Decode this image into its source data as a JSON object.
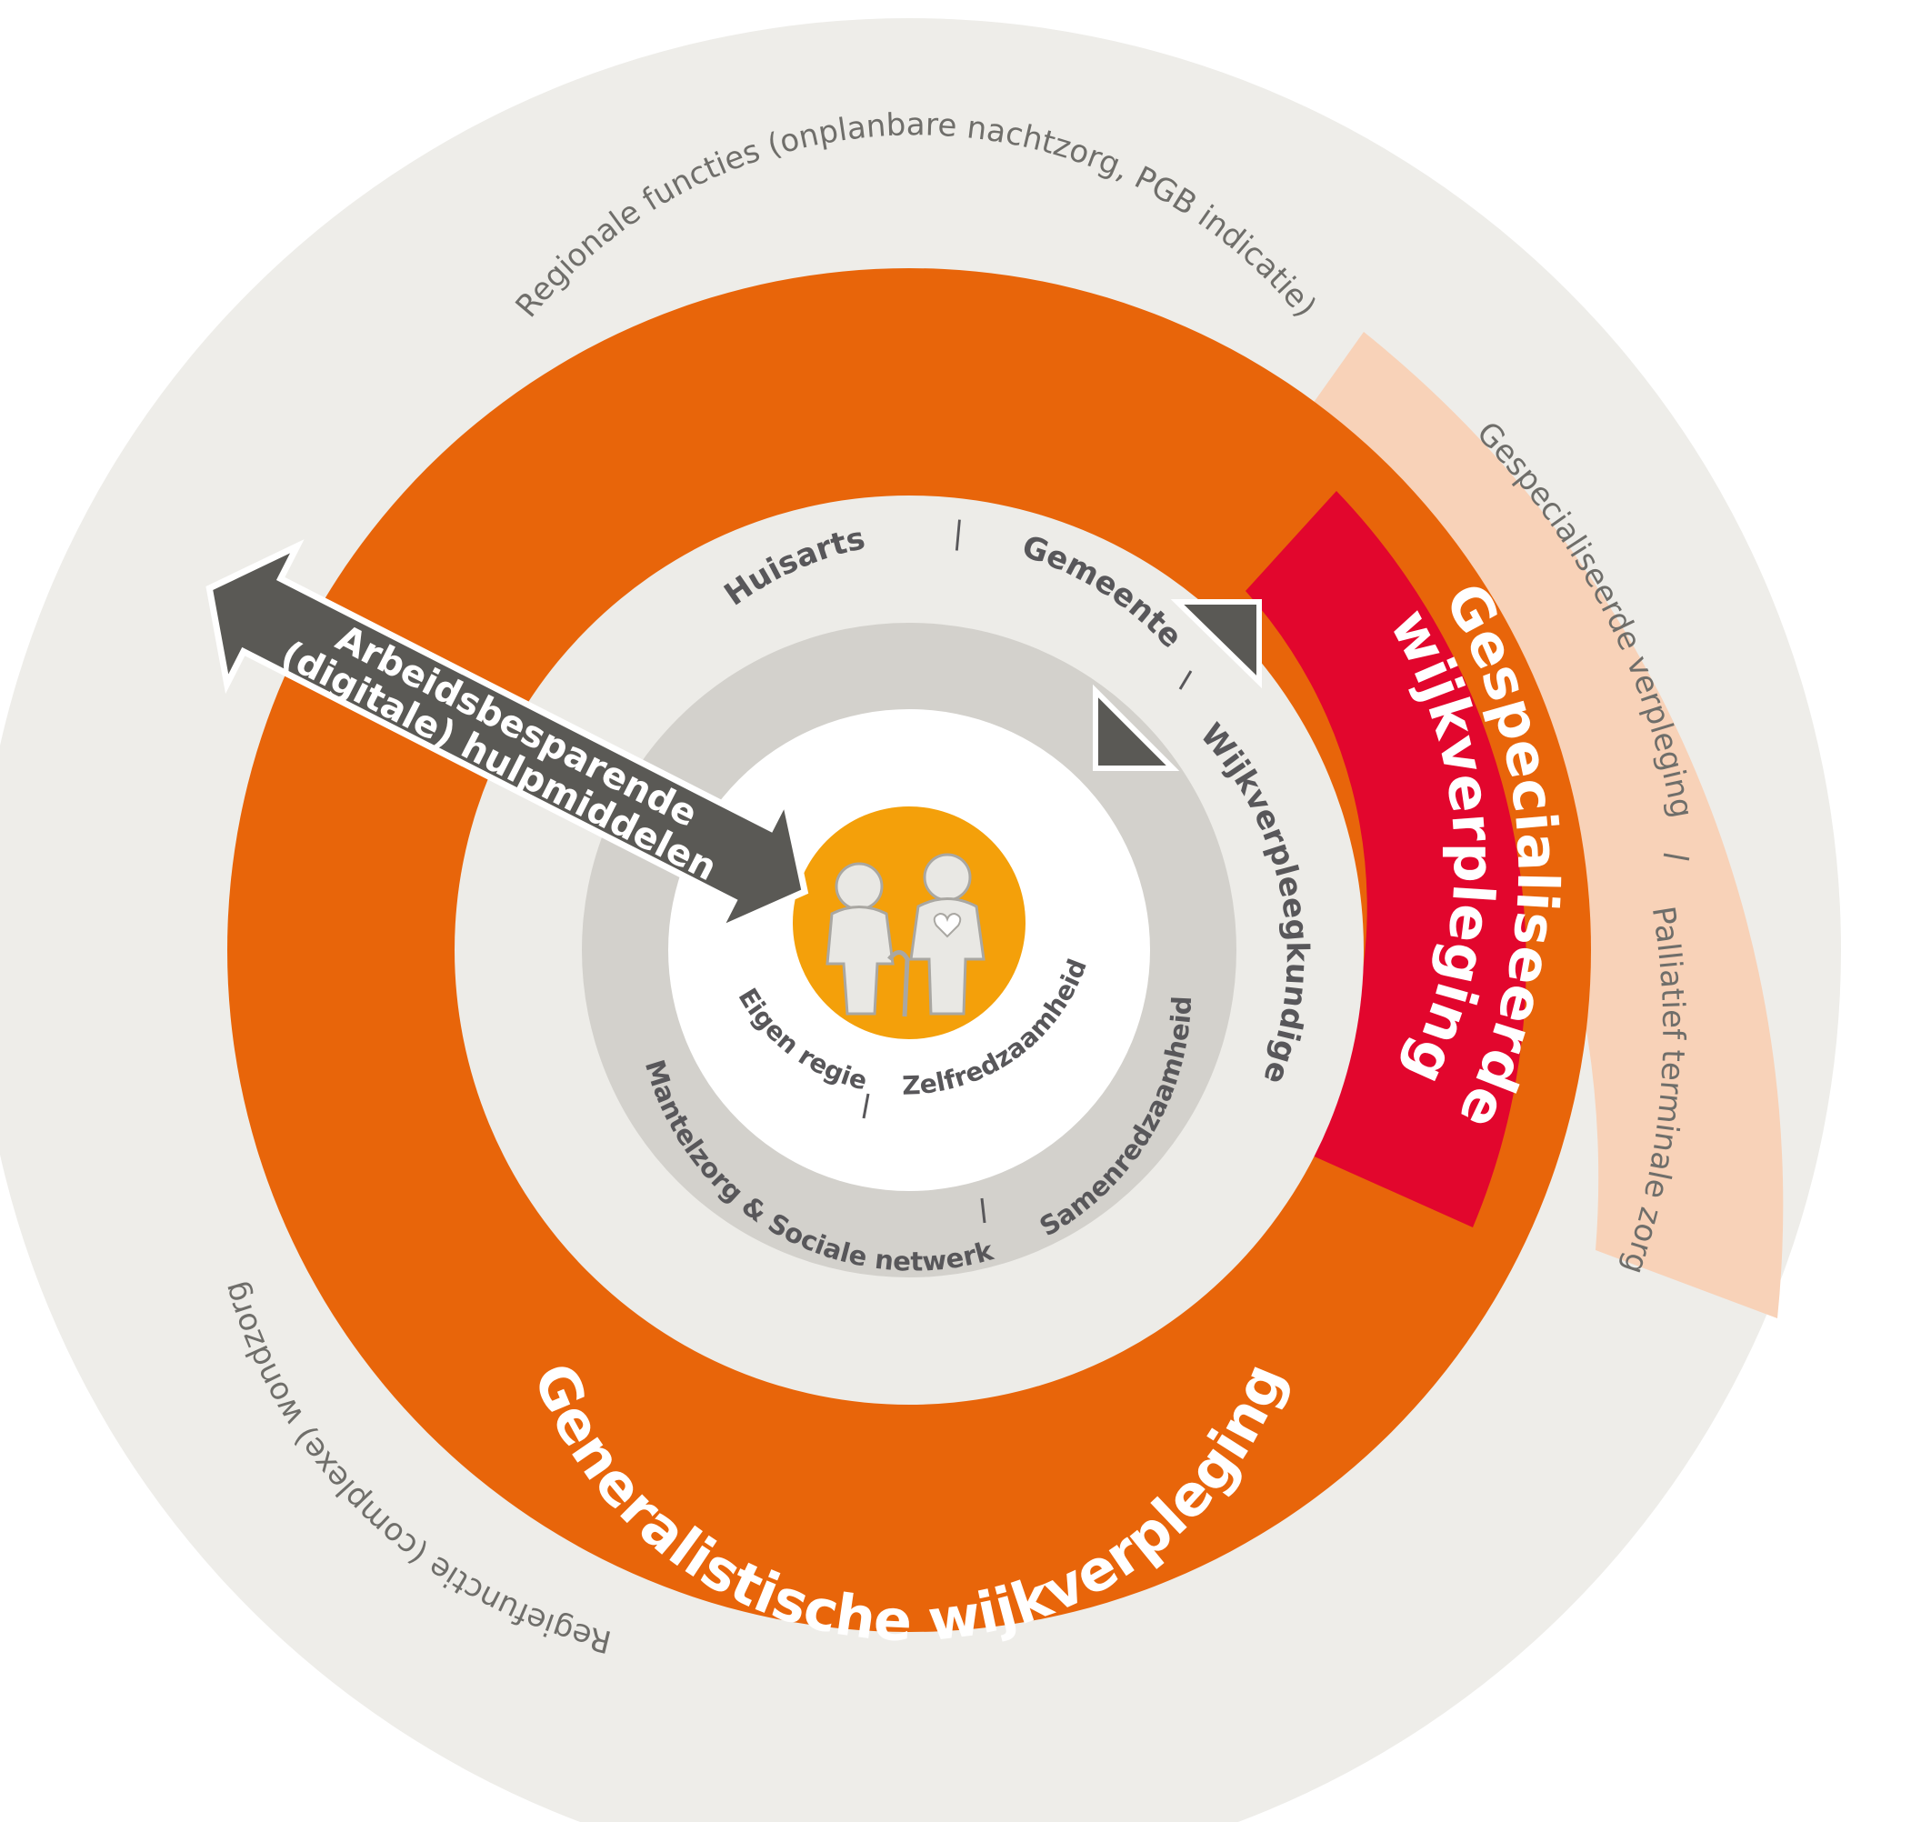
{
  "colors": {
    "outer_ring": "#eeede9",
    "orange": "#e8650a",
    "red": "#e2062d",
    "peach": "#f8d2b8",
    "light_ring": "#edece8",
    "gray_ring": "#d3d1cc",
    "dark": "#5a5955",
    "center": "#f4a00a",
    "label_gray": "#6f6e6a",
    "text_dark": "#58575a",
    "white": "#ffffff"
  },
  "rings": {
    "outer_top": "Regionale functies (onplanbare nachtzorg, PGB indicatie)",
    "outer_bottom": "Regiefunctie (complexe) wondzorg",
    "orange_band": "Generalistische wijkverpleging",
    "red_band_line1": "Gespecialiseerde",
    "red_band_line2": "wijkverpleging",
    "peach_band_1": "Gespecialiseerde verpleging",
    "peach_band_2": "Palliatief terminale zorg",
    "light_ring_1": "Huisarts",
    "light_ring_2": "Gemeente",
    "light_ring_3": "Wijkverpleegkundige",
    "gray_ring_1": "Mantelzorg & Sociale netwerk",
    "gray_ring_2": "Samenredzaamheid",
    "white_ring_1": "Eigen regie",
    "white_ring_2": "Zelfredzaamheid"
  },
  "arrow": {
    "line1": "Arbeidsbesparende",
    "line2": "(digitale) hulpmiddelen"
  },
  "separator": "|",
  "icons": {
    "center": "elderly-couple-icon"
  }
}
